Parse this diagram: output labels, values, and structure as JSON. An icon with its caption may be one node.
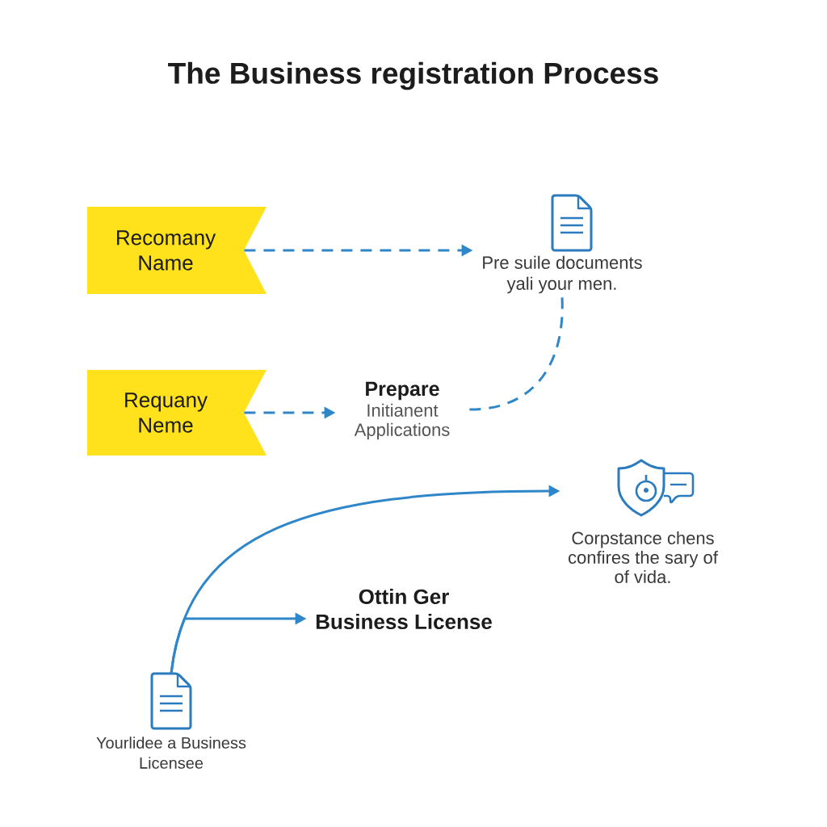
{
  "diagram": {
    "title": "The Business registration Process",
    "nodes": [
      {
        "text": [
          "Recomany Name"
        ]
      },
      {
        "text": [
          "Pre suile documents yali your men."
        ]
      },
      {
        "text": [
          "Requany Neme"
        ]
      },
      {
        "text": [
          "Prepare",
          "Initianent Applications"
        ]
      },
      {
        "text": [
          "Corpstance chens confires the sary of of vida."
        ]
      },
      {
        "text": [
          "Ottin Ger Business License"
        ]
      },
      {
        "text": [
          "Yourlidee a Business Licensee"
        ]
      }
    ],
    "edges": [
      {
        "from": 0,
        "to": 1,
        "arrow": "to",
        "style": "dashed"
      },
      {
        "from": 1,
        "to": 3,
        "arrow": "none",
        "style": "dashed"
      },
      {
        "from": 2,
        "to": 3,
        "arrow": "to",
        "style": "dashed"
      },
      {
        "from": 6,
        "to": 4,
        "arrow": "to"
      },
      {
        "from": 6,
        "to": 5,
        "arrow": "to"
      }
    ]
  }
}
